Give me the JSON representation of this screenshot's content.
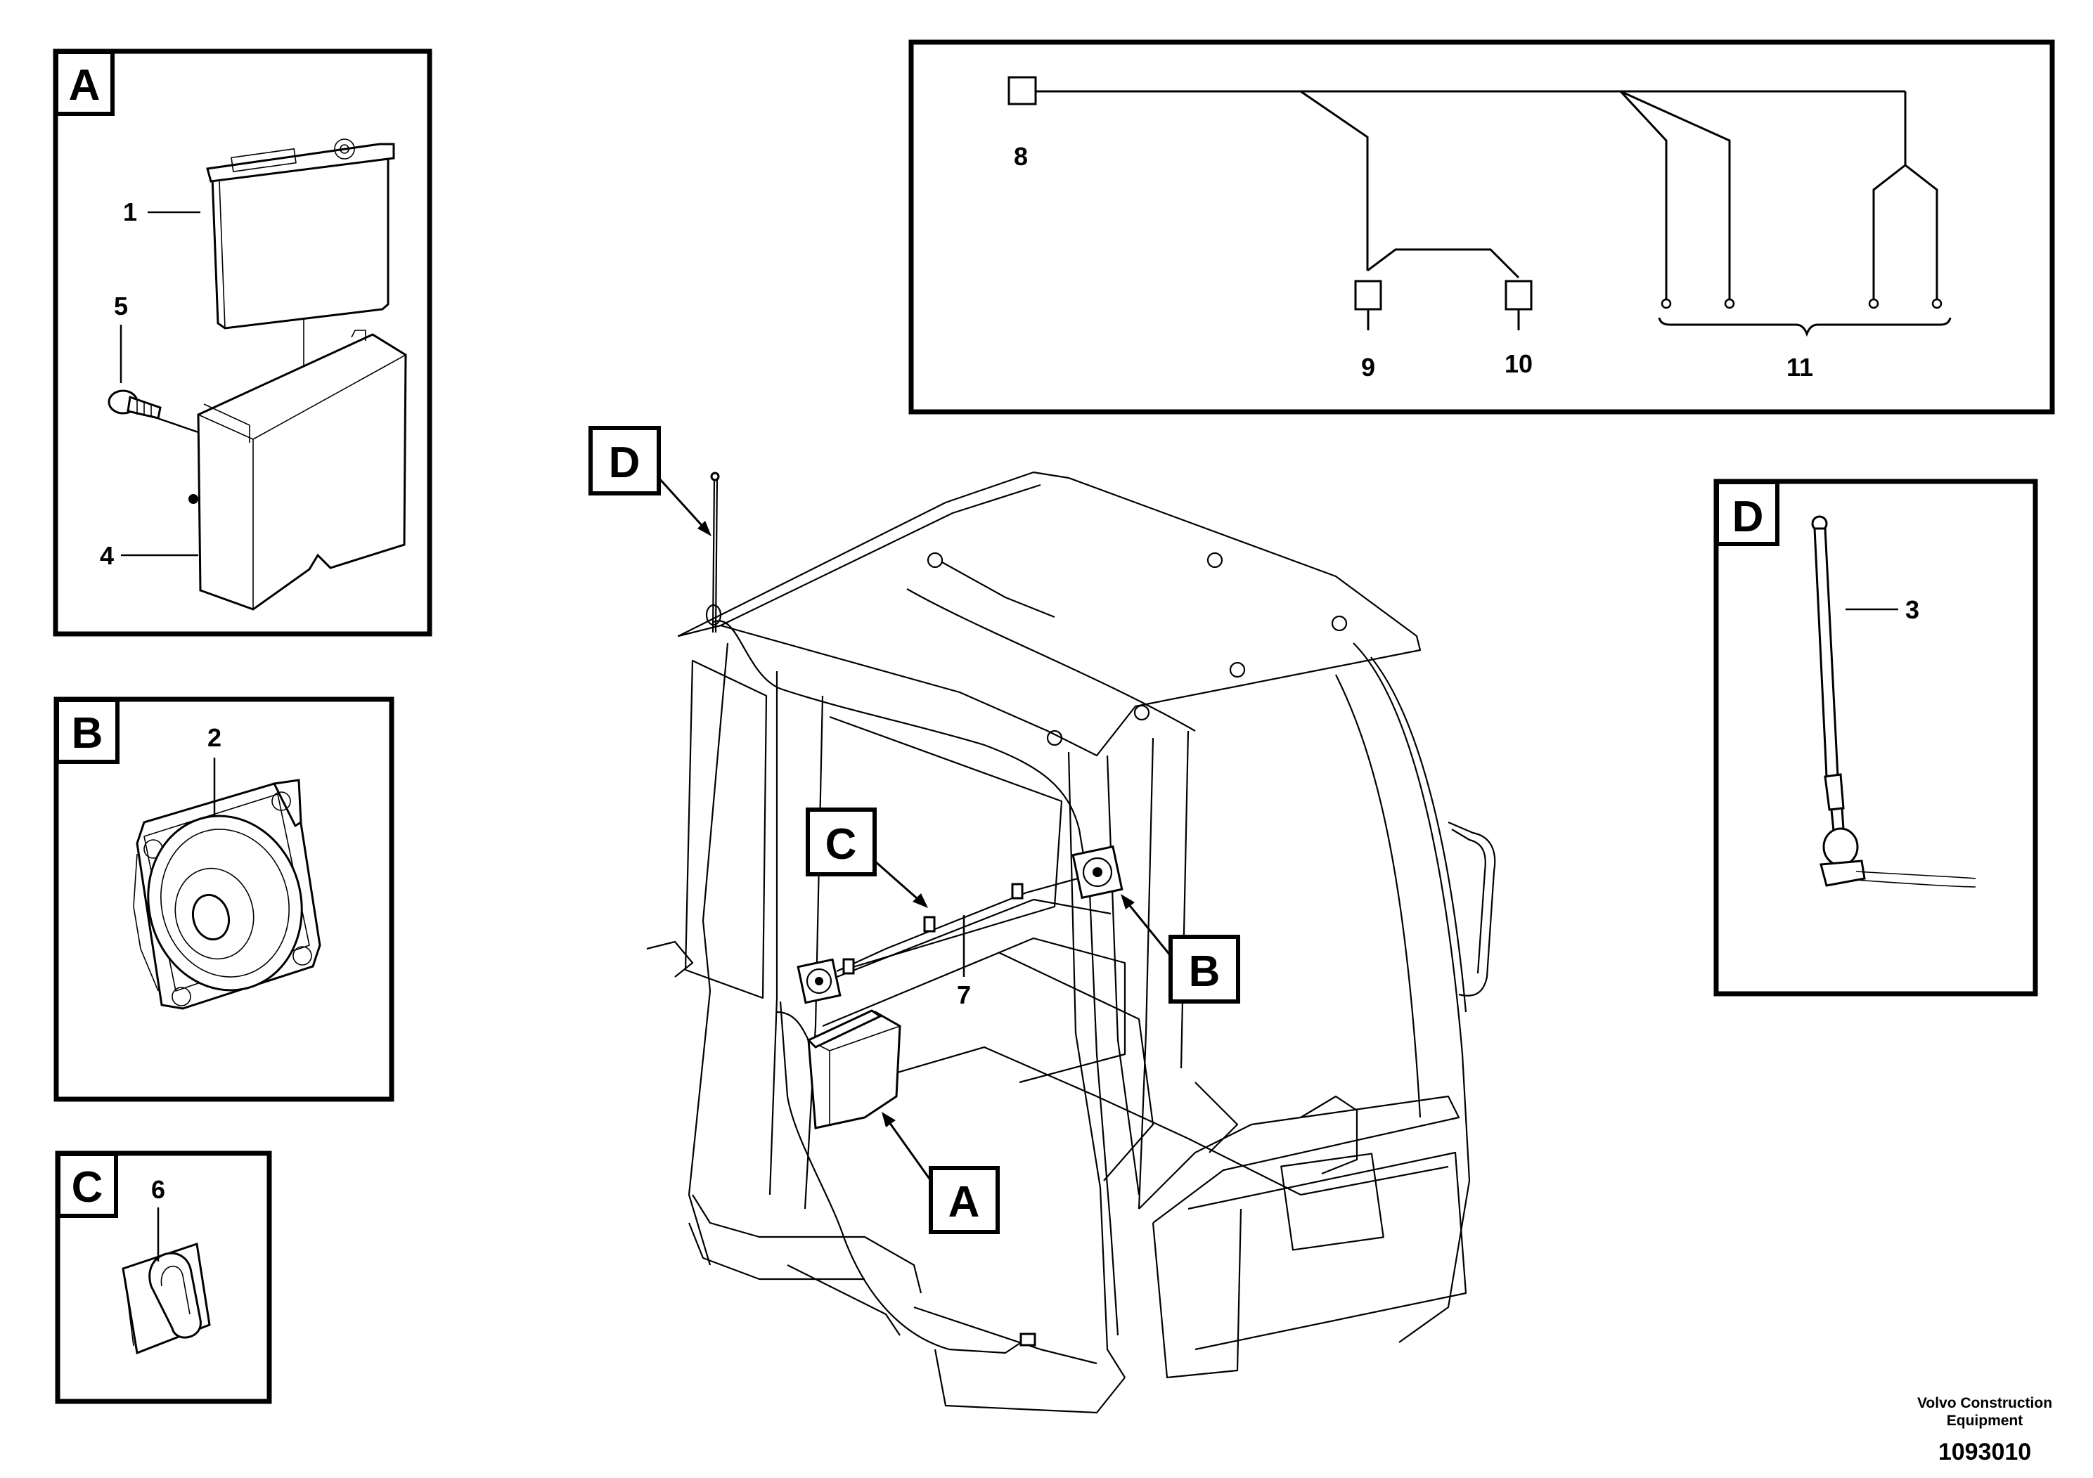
{
  "inset_labels": {
    "radio": "A",
    "speaker": "B",
    "clip": "C",
    "antenna": "D"
  },
  "callouts": {
    "main_antenna": "D",
    "main_clip": "C",
    "main_speaker": "B",
    "main_radio": "A"
  },
  "part_numbers": {
    "radio_front": "1",
    "speaker": "2",
    "antenna": "3",
    "radio_housing": "4",
    "screw": "5",
    "cable_clip": "6",
    "cable_harness": "7",
    "radio_unit": "8",
    "speaker_left": "9",
    "speaker_right": "10",
    "antenna_connections": "11"
  },
  "footer": {
    "company_line1": "Volvo Construction",
    "company_line2": "Equipment",
    "drawing_number": "1093010"
  }
}
